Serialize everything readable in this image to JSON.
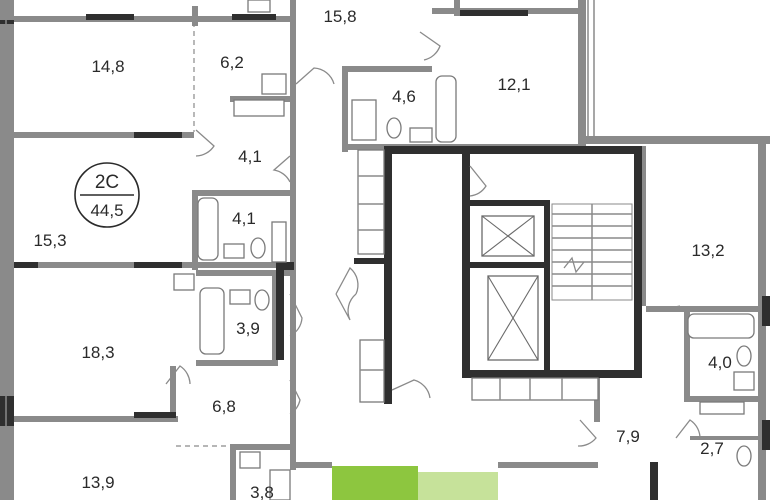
{
  "badge": {
    "code": "2C",
    "area": "44,5"
  },
  "rooms": [
    {
      "id": "room-15-8-top",
      "label": "15,8"
    },
    {
      "id": "room-14-8",
      "label": "14,8"
    },
    {
      "id": "room-6-2",
      "label": "6,2"
    },
    {
      "id": "room-4-6",
      "label": "4,6"
    },
    {
      "id": "room-12-1",
      "label": "12,1"
    },
    {
      "id": "room-4-1-hall",
      "label": "4,1"
    },
    {
      "id": "room-4-1-bath",
      "label": "4,1"
    },
    {
      "id": "room-15-3",
      "label": "15,3"
    },
    {
      "id": "room-13-2",
      "label": "13,2"
    },
    {
      "id": "room-18-3",
      "label": "18,3"
    },
    {
      "id": "room-3-9",
      "label": "3,9"
    },
    {
      "id": "room-4-0",
      "label": "4,0"
    },
    {
      "id": "room-6-8",
      "label": "6,8"
    },
    {
      "id": "room-7-9",
      "label": "7,9"
    },
    {
      "id": "room-2-7",
      "label": "2,7"
    },
    {
      "id": "room-13-9",
      "label": "13,9"
    },
    {
      "id": "room-3-8",
      "label": "3,8"
    }
  ],
  "colors": {
    "wall": "#8a8a8a",
    "wall_dark": "#2f2f2f",
    "highlight": "#8dc63f",
    "text": "#2a2a2a"
  }
}
